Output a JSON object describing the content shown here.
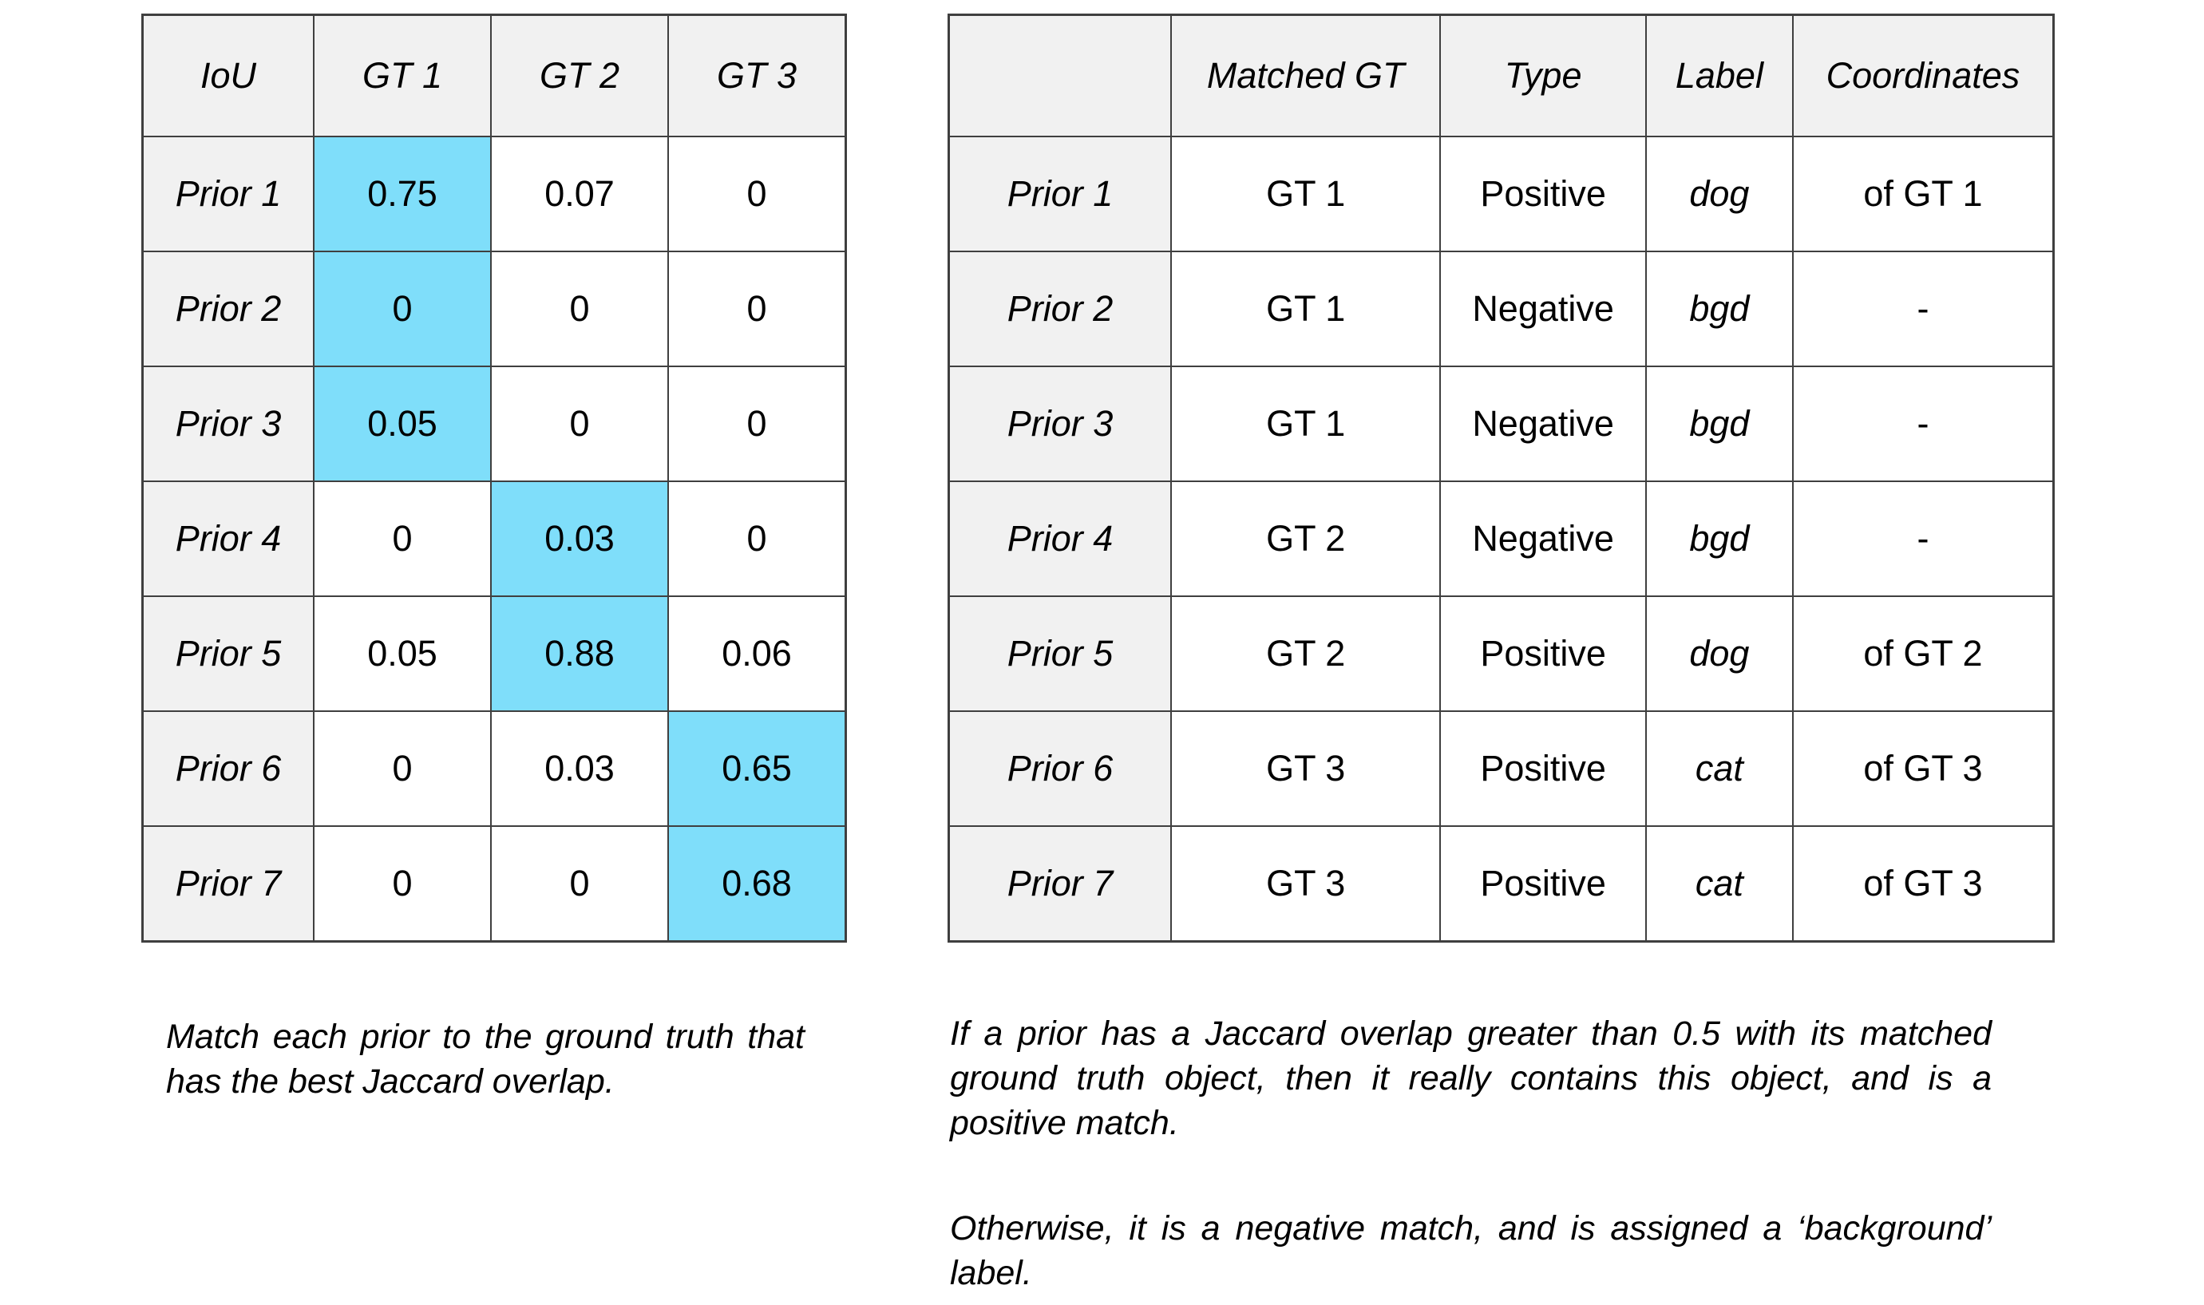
{
  "iou_table": {
    "headers": [
      "IoU",
      "GT 1",
      "GT 2",
      "GT 3"
    ],
    "rows": [
      {
        "label": "Prior 1",
        "values": [
          "0.75",
          "0.07",
          "0"
        ],
        "highlight": [
          1,
          0,
          0
        ]
      },
      {
        "label": "Prior 2",
        "values": [
          "0",
          "0",
          "0"
        ],
        "highlight": [
          1,
          0,
          0
        ]
      },
      {
        "label": "Prior 3",
        "values": [
          "0.05",
          "0",
          "0"
        ],
        "highlight": [
          1,
          0,
          0
        ]
      },
      {
        "label": "Prior 4",
        "values": [
          "0",
          "0.03",
          "0"
        ],
        "highlight": [
          0,
          1,
          0
        ]
      },
      {
        "label": "Prior 5",
        "values": [
          "0.05",
          "0.88",
          "0.06"
        ],
        "highlight": [
          0,
          1,
          0
        ]
      },
      {
        "label": "Prior 6",
        "values": [
          "0",
          "0.03",
          "0.65"
        ],
        "highlight": [
          0,
          0,
          1
        ]
      },
      {
        "label": "Prior 7",
        "values": [
          "0",
          "0",
          "0.68"
        ],
        "highlight": [
          0,
          0,
          1
        ]
      }
    ]
  },
  "match_table": {
    "headers": [
      "",
      "Matched GT",
      "Type",
      "Label",
      "Coordinates"
    ],
    "rows": [
      {
        "label": "Prior 1",
        "matched_gt": "GT 1",
        "type": "Positive",
        "class_label": "dog",
        "coordinates": "of GT 1"
      },
      {
        "label": "Prior 2",
        "matched_gt": "GT 1",
        "type": "Negative",
        "class_label": "bgd",
        "coordinates": "-"
      },
      {
        "label": "Prior 3",
        "matched_gt": "GT 1",
        "type": "Negative",
        "class_label": "bgd",
        "coordinates": "-"
      },
      {
        "label": "Prior 4",
        "matched_gt": "GT 2",
        "type": "Negative",
        "class_label": "bgd",
        "coordinates": "-"
      },
      {
        "label": "Prior 5",
        "matched_gt": "GT 2",
        "type": "Positive",
        "class_label": "dog",
        "coordinates": "of GT 2"
      },
      {
        "label": "Prior 6",
        "matched_gt": "GT 3",
        "type": "Positive",
        "class_label": "cat",
        "coordinates": "of GT 3"
      },
      {
        "label": "Prior 7",
        "matched_gt": "GT 3",
        "type": "Positive",
        "class_label": "cat",
        "coordinates": "of GT 3"
      }
    ]
  },
  "captions": {
    "left": "Match each prior to the ground truth that has the best Jaccard overlap.",
    "right_1": "If a prior has a Jaccard overlap greater than 0.5 with its matched ground truth object, then it really contains this object, and is a positive match.",
    "right_2": "Otherwise, it is a negative match, and is assigned a ‘background’ label."
  },
  "colors": {
    "highlight": "#7fdefa",
    "header_bg": "#f1f1f1",
    "border": "#3f3f3f",
    "text": "#000000",
    "page_bg": "#ffffff"
  }
}
